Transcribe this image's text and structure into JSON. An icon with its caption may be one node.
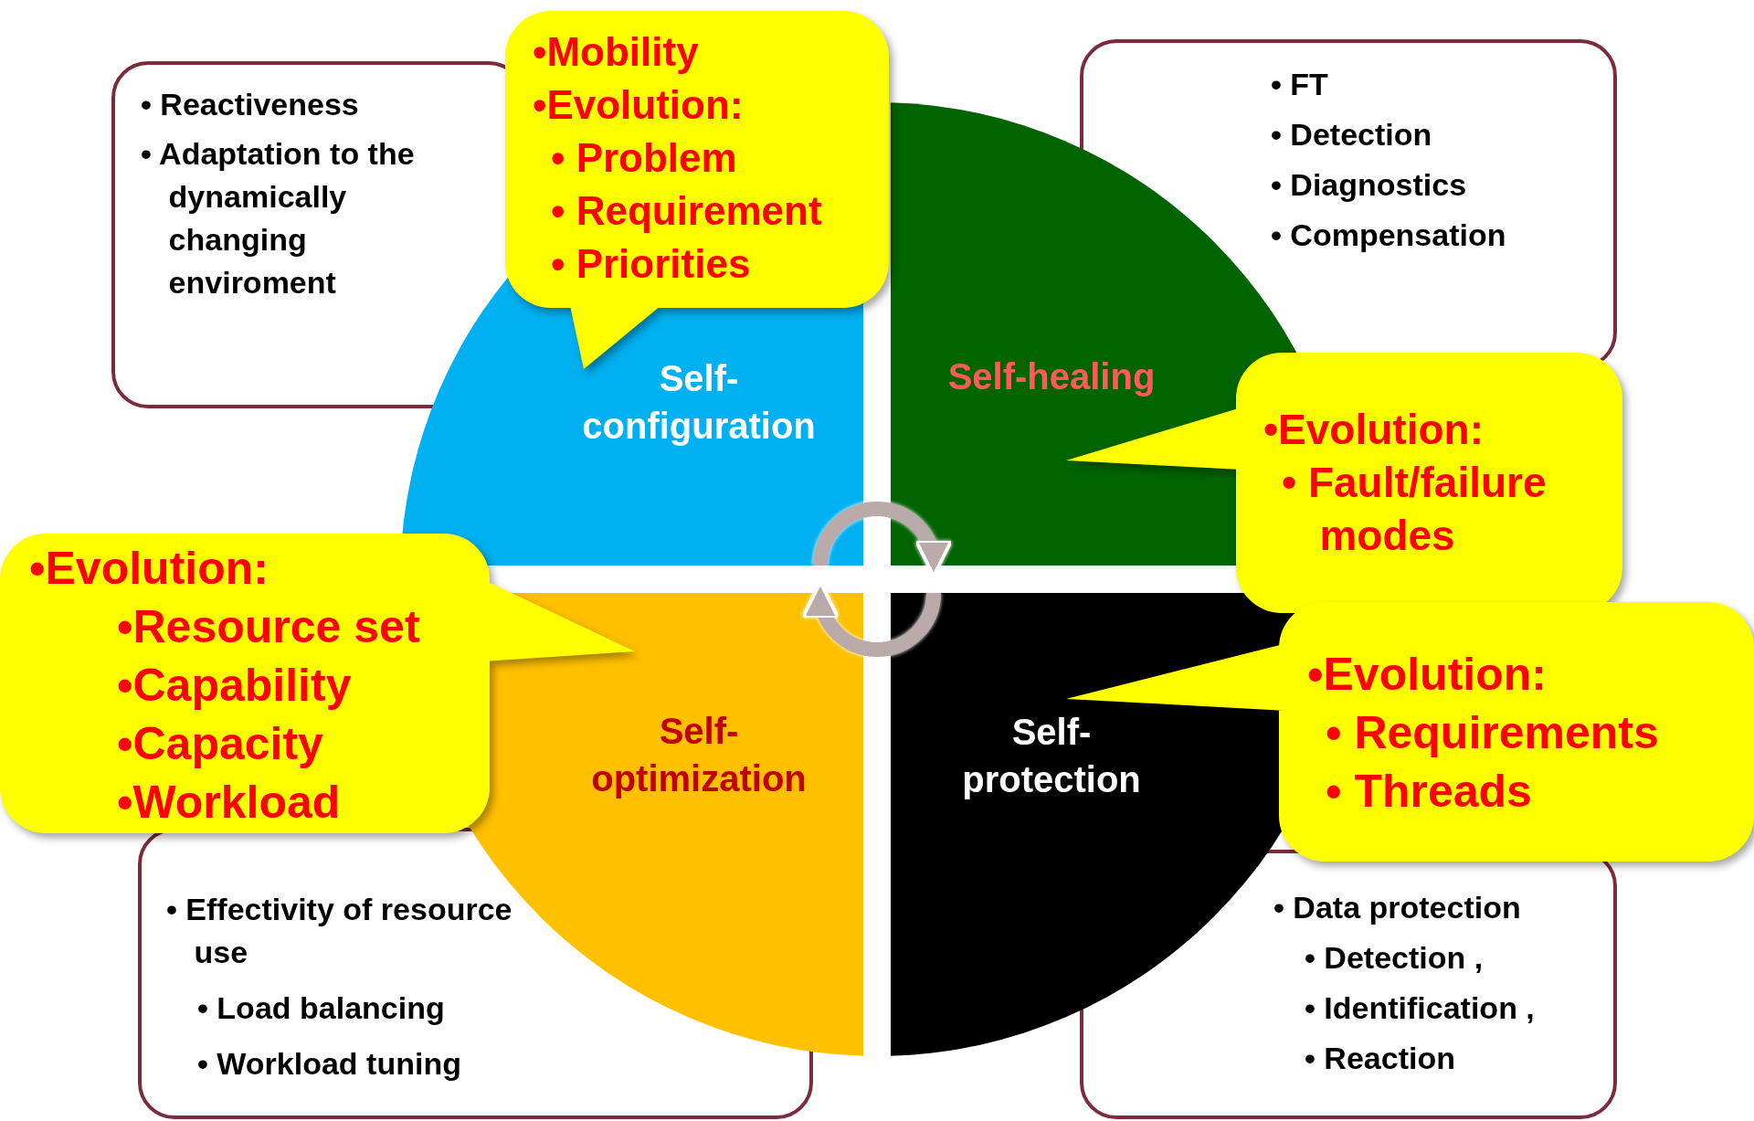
{
  "diagram": {
    "nodes": [
      {
        "text": [
          "• Reactiveness",
          "• Adaptation to the dynamically changing enviroment"
        ]
      },
      {
        "text": [
          "•Mobility",
          "•Evolution:",
          "• Problem",
          "• Requirement",
          "• Priorities"
        ]
      },
      {
        "text": [
          "• FT",
          "• Detection",
          "• Diagnostics",
          "• Compensation"
        ]
      },
      {
        "text": [
          "Self- configuration"
        ]
      },
      {
        "text": [
          "Self-healing"
        ]
      },
      {
        "text": [
          "•Evolution:",
          "• Fault/failure modes"
        ]
      },
      {
        "text": [
          "•Evolution:",
          "•Resource set",
          "•Capability",
          "•Capacity",
          "•Workload"
        ]
      },
      {
        "text": [
          "Self- optimization"
        ]
      },
      {
        "text": [
          "Self- protection"
        ]
      },
      {
        "text": [
          "•Evolution:",
          "• Requirements",
          "• Threads"
        ]
      },
      {
        "text": [
          "• Effectivity of resource use",
          "• Load balancing",
          "• Workload tuning"
        ]
      },
      {
        "text": [
          "• Data protection",
          "• Detection ,",
          "• Identification ,",
          "• Reaction"
        ]
      }
    ],
    "edges": [
      {
        "from": 3,
        "to": 4,
        "arrow": "to"
      },
      {
        "from": 8,
        "to": 7,
        "arrow": "to"
      }
    ]
  }
}
